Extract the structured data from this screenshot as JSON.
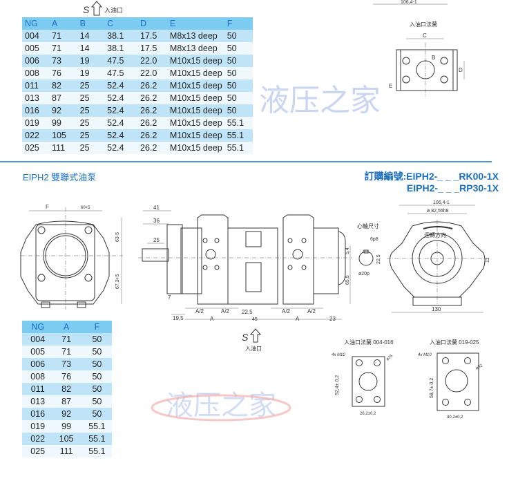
{
  "watermark": "液压之家",
  "top": {
    "inlet_symbol": "S",
    "inlet_label": "入油口",
    "partial_dim": "106,4-1",
    "flange_title": "入油口法蘭",
    "flange_labels": {
      "c": "C",
      "b": "B",
      "d": "D",
      "e": "E"
    },
    "table": {
      "headers": [
        "NG",
        "A",
        "B",
        "C",
        "D",
        "E",
        "F"
      ],
      "rows": [
        [
          "004",
          "71",
          "14",
          "38.1",
          "17.5",
          "M8x13 deep",
          "50"
        ],
        [
          "005",
          "71",
          "14",
          "38.1",
          "17.5",
          "M8x13 deep",
          "50"
        ],
        [
          "006",
          "73",
          "19",
          "47.5",
          "22.0",
          "M10x15 deep",
          "50"
        ],
        [
          "008",
          "76",
          "19",
          "47.5",
          "22.0",
          "M10x15 deep",
          "50"
        ],
        [
          "011",
          "82",
          "25",
          "52.4",
          "26.2",
          "M10x15 deep",
          "50"
        ],
        [
          "013",
          "87",
          "25",
          "52.4",
          "26.2",
          "M10x15 deep",
          "50"
        ],
        [
          "016",
          "92",
          "25",
          "52.4",
          "26.2",
          "M10x15 deep",
          "50"
        ],
        [
          "019",
          "99",
          "25",
          "52.4",
          "26.2",
          "M10x15 deep",
          "55.1"
        ],
        [
          "022",
          "105",
          "25",
          "52.4",
          "26.2",
          "M10x15 deep",
          "55.1"
        ],
        [
          "025",
          "111",
          "25",
          "52.4",
          "26.2",
          "M10x15 deep",
          "55.1"
        ]
      ]
    }
  },
  "section": {
    "title": "EIPH2 雙聯式油泵",
    "order_prefix": "訂購編號:",
    "order_code_1": "EIPH2-_ _ _RK00-1X",
    "order_code_2": "EIPH2-_ _ _RP30-1X"
  },
  "front_view": {
    "f": "F",
    "w60": "60+5",
    "h63": "63-5",
    "h67": "67,3+5"
  },
  "side_view": {
    "d41": "41",
    "d36": "36",
    "d25": "25",
    "d7": "7",
    "d19": "19,5",
    "a2a": "A/2",
    "a2b": "A/2",
    "a2c": "A/2",
    "a2d": "A/2",
    "aa": "A",
    "ab": "A",
    "d22": "22,5",
    "d45": "45",
    "d23": "23",
    "d54": "5,4",
    "d65": "65,5",
    "s": "S",
    "inlet": "入油口"
  },
  "shaft": {
    "title": "心軸尺寸",
    "key": "6p8",
    "h": "22,5",
    "dia": "ø20p"
  },
  "rear_view": {
    "w106": "106,4-1",
    "dia82": "ø 82,55h8",
    "rotation": "迴轉方向",
    "d11": "11",
    "w130": "130"
  },
  "bottom_table": {
    "headers": [
      "NG",
      "A",
      "F"
    ],
    "rows": [
      [
        "004",
        "71",
        "50"
      ],
      [
        "005",
        "71",
        "50"
      ],
      [
        "006",
        "73",
        "50"
      ],
      [
        "008",
        "76",
        "50"
      ],
      [
        "011",
        "82",
        "50"
      ],
      [
        "013",
        "87",
        "50"
      ],
      [
        "016",
        "92",
        "50"
      ],
      [
        "019",
        "99",
        "55.1"
      ],
      [
        "022",
        "105",
        "55.1"
      ],
      [
        "025",
        "111",
        "55.1"
      ]
    ]
  },
  "flange_small": {
    "title": "入油口法蘭 004-016",
    "thread": "4x M10",
    "h": "52,4± 0,2",
    "w": "26,2±0,2",
    "dia": "ø25"
  },
  "flange_large": {
    "title": "入油口法蘭 019-025",
    "thread": "4x M10",
    "h": "58,7± 0,2",
    "w": "30,2±0,2",
    "dia": "ø32"
  }
}
